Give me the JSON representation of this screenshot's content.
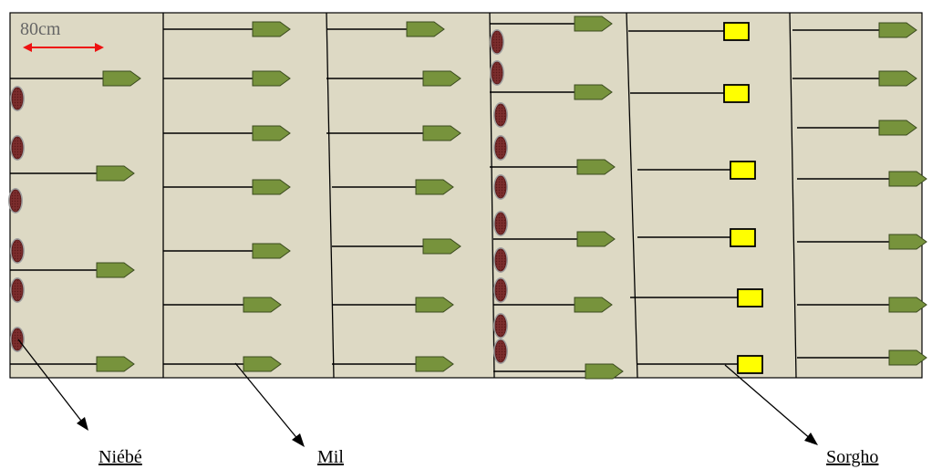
{
  "scale": {
    "label": "80cm",
    "arrow_color": "#ee1111"
  },
  "labels": {
    "niebe": "Niébé",
    "mil": "Mil",
    "sorgho": "Sorgho"
  },
  "colors": {
    "field": "#ddd9c4",
    "mil_head": "#77933c",
    "sorgho_head": "#ffff00",
    "niebe_plant": "#7b2d2d",
    "line": "#000000"
  }
}
